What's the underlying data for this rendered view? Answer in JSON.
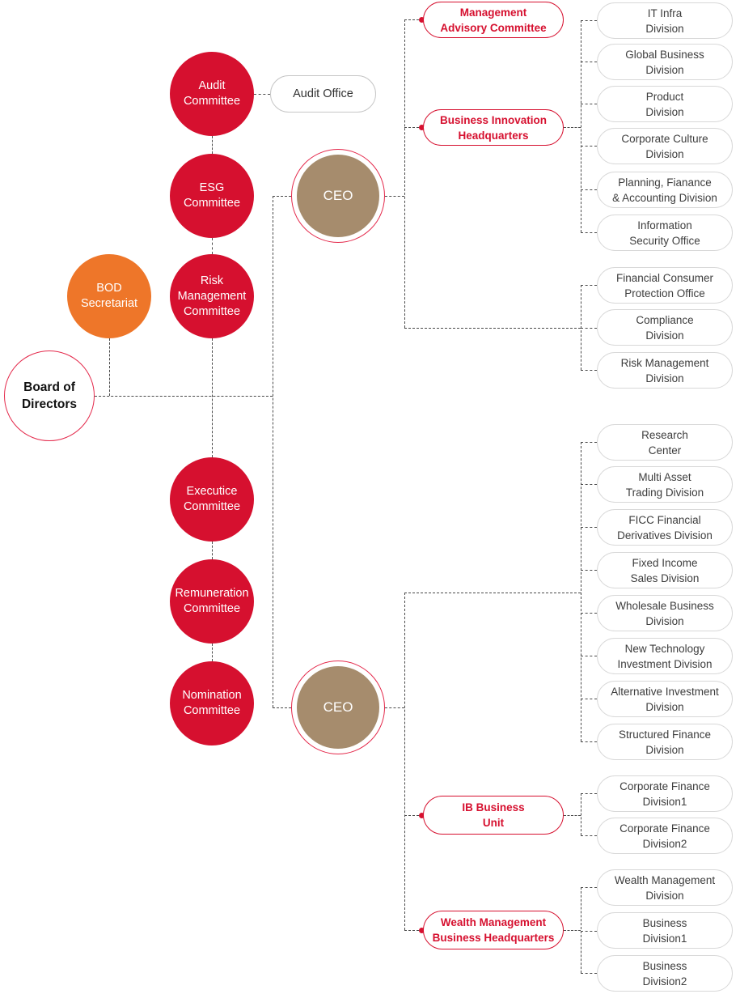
{
  "colors": {
    "committee_red": "#D6102F",
    "accent_ring_red": "#E4294B",
    "secretariat_orange": "#EE7629",
    "ceo_brown": "#A68C6D",
    "division_border_grey": "#D8D8D8",
    "division_text": "#3D3D3D",
    "connector_grey": "#4A4A4A",
    "background": "#FFFFFF"
  },
  "org": {
    "board": {
      "board_of_directors": "Board of\nDirectors",
      "bod_secretariat": "BOD\nSecretariat"
    },
    "committees": {
      "audit": "Audit\nCommittee",
      "esg": "ESG\nCommittee",
      "risk": "Risk\nManagement\nCommittee",
      "executive": "Executice\nCommittee",
      "remuneration": "Remuneration\nCommittee",
      "nomination": "Nomination\nCommittee"
    },
    "audit_office": "Audit Office",
    "ceo_top": "CEO",
    "ceo_bottom": "CEO",
    "units": {
      "management_advisory": "Management\nAdvisory Committee",
      "business_innovation": "Business Innovation\nHeadquarters",
      "ib_business": "IB Business\nUnit",
      "wm_headquarters": "Wealth Management\nBusiness Headquarters"
    },
    "divisions": {
      "business_innovation": [
        "IT Infra\nDivision",
        "Global Business\nDivision",
        "Product\nDivision",
        "Corporate Culture\nDivision",
        "Planning, Fianance\n& Accounting Division",
        "Information\nSecurity Office"
      ],
      "control": [
        "Financial Consumer\nProtection Office",
        "Compliance\nDivision",
        "Risk Management\nDivision"
      ],
      "sales_trading": [
        "Research\nCenter",
        "Multi Asset\nTrading Division",
        "FICC Financial\nDerivatives Division",
        "Fixed Income\nSales Division",
        "Wholesale Business\nDivision",
        "New Technology\nInvestment Division",
        "Alternative Investment\nDivision",
        "Structured Finance\nDivision"
      ],
      "ib": [
        "Corporate Finance\nDivision1",
        "Corporate Finance\nDivision2"
      ],
      "wm": [
        "Wealth Management\nDivision",
        "Business\nDivision1",
        "Business\nDivision2"
      ]
    }
  }
}
